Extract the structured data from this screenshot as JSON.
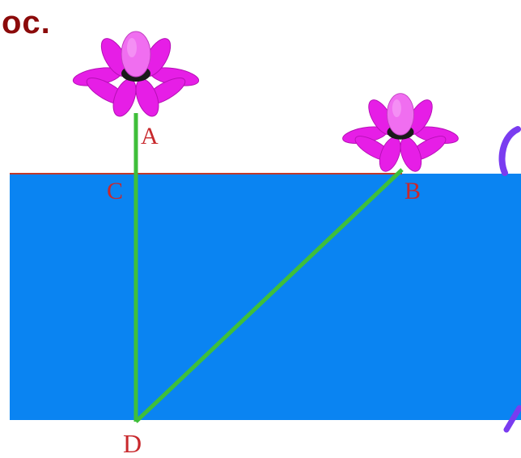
{
  "heading": "oc.",
  "points": {
    "A": "A",
    "B": "B",
    "C": "C",
    "D": "D"
  },
  "colors": {
    "water": "#0a84f2",
    "segments": "#3fbf3a",
    "surface_line": "#c0392b",
    "flower_petal": "#e61ee6",
    "flower_bud": "#f06ef0",
    "flower_center": "#1a1a1a",
    "labels": "#c8282c",
    "heading": "#8b0a0a",
    "side_decoration": "#7a3cf0"
  },
  "icons": {
    "flower_a": "lotus-flower-icon",
    "flower_b": "lotus-flower-icon"
  }
}
